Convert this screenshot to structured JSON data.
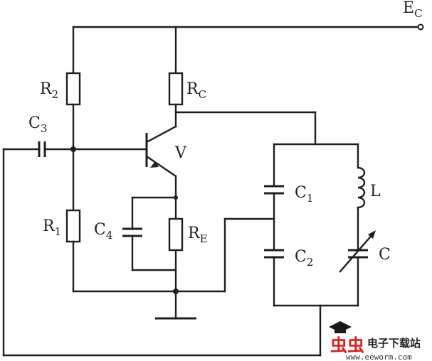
{
  "labels": {
    "supply": {
      "main": "E",
      "sub": "C"
    },
    "r2": {
      "main": "R",
      "sub": "2"
    },
    "rc": {
      "main": "R",
      "sub": "C"
    },
    "c3": {
      "main": "C",
      "sub": "3"
    },
    "v": {
      "main": "V"
    },
    "c1": {
      "main": "C",
      "sub": "1"
    },
    "l": {
      "main": "L"
    },
    "r1": {
      "main": "R",
      "sub": "1"
    },
    "c4": {
      "main": "C",
      "sub": "4"
    },
    "re": {
      "main": "R",
      "sub": "E"
    },
    "c2": {
      "main": "C",
      "sub": "2"
    },
    "c": {
      "main": "C"
    }
  },
  "watermark": {
    "logo_text": "虫虫",
    "site_name": "电子下载站",
    "url": "www.eeworm.com",
    "colors": {
      "logo": "#d81e1e",
      "cap": "#1a1a1a"
    }
  }
}
